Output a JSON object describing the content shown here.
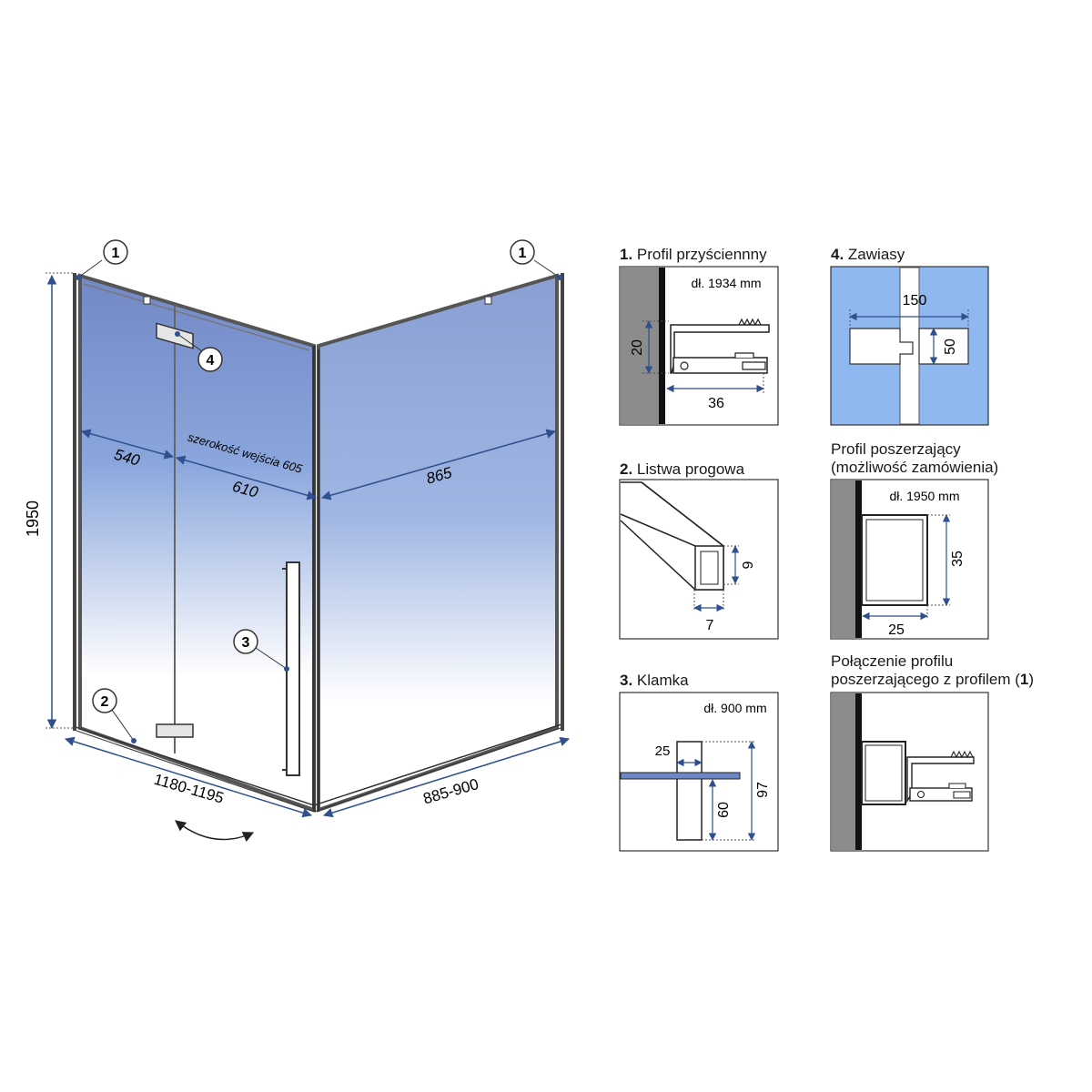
{
  "main_view": {
    "dim_height": "1950",
    "dim_fixed_panel": "540",
    "dim_door": "610",
    "entrance_label": "szerokość wejścia 605",
    "dim_side_panel": "865",
    "dim_width_range": "1180-1195",
    "dim_depth_range": "885-900",
    "callouts": {
      "profile_left": "1",
      "profile_right": "1",
      "threshold": "2",
      "handle": "3",
      "hinge": "4"
    }
  },
  "panels": {
    "p1": {
      "number": "1.",
      "title": "Profil przyściennny",
      "note": "dł. 1934 mm",
      "dim_a": "20",
      "dim_b": "36"
    },
    "p2": {
      "number": "2.",
      "title": "Listwa progowa",
      "dim_a": "9",
      "dim_b": "7"
    },
    "p3": {
      "number": "3.",
      "title": "Klamka",
      "note": "dł. 900 mm",
      "dim_a": "25",
      "dim_b": "97",
      "dim_c": "60"
    },
    "p4": {
      "number": "4.",
      "title": "Zawiasy",
      "dim_a": "150",
      "dim_b": "50"
    },
    "p5": {
      "title_line1": "Profil poszerzający",
      "title_line2": "(możliwość zamówienia)",
      "note": "dł. 1950 mm",
      "dim_a": "35",
      "dim_b": "25"
    },
    "p6": {
      "title_line1": "Połączenie profilu",
      "title_line2_pre": "poszerzającego z profilem (",
      "title_line2_num": "1",
      "title_line2_post": ")"
    }
  },
  "colors": {
    "glass_top": "#6f86c4",
    "dim_line": "#2f4f8f",
    "frame": "#555555",
    "wall": "#8c8c8c",
    "hinge_bg": "#8fb8f0"
  }
}
